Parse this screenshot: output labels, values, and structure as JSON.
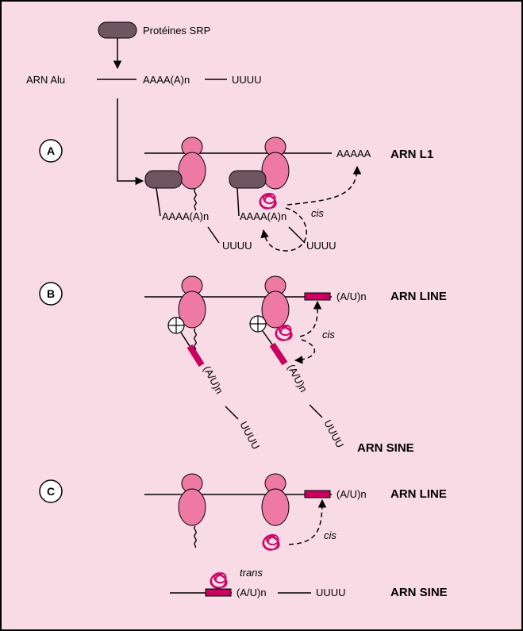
{
  "legend": {
    "srp_proteins": "Protéines SRP"
  },
  "top": {
    "arn_alu": "ARN Alu",
    "polyA": "AAAA(A)n",
    "uuuu": "UUUU"
  },
  "panel_a": {
    "marker": "A",
    "arn_l1": "ARN L1",
    "tail": "AAAAA",
    "polyA_left": "AAAA(A)n",
    "polyA_right": "AAAA(A)n",
    "uuuu_left": "UUUU",
    "uuuu_right": "UUUU",
    "cis": "cis"
  },
  "panel_b": {
    "marker": "B",
    "arn_line": "ARN LINE",
    "arn_sine": "ARN SINE",
    "au_top": "(A/U)n",
    "au_left": "(A/U)n",
    "au_right": "(A/U)n",
    "uuuu_left": "UUUU",
    "uuuu_right": "UUUU",
    "cis": "cis"
  },
  "panel_c": {
    "marker": "C",
    "arn_line": "ARN LINE",
    "arn_sine": "ARN SINE",
    "au_top": "(A/U)n",
    "au_bottom": "(A/U)n",
    "uuuu": "UUUU",
    "cis": "cis",
    "trans": "trans"
  },
  "colors": {
    "background": "#f9dbe5",
    "ribosome": "#ee7aa3",
    "srp_protein": "#6e5560",
    "protein_chain": "#cc0a6a",
    "magenta_bar": "#c8005f",
    "border": "#000000"
  }
}
